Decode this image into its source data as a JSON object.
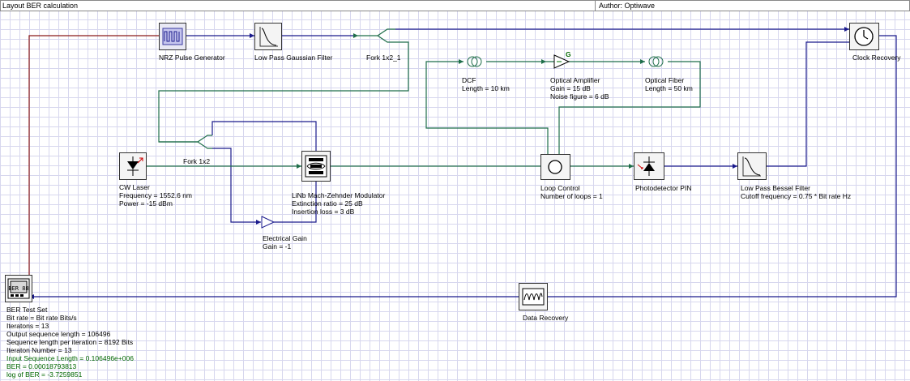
{
  "titlebar": {
    "layout": "Layout  BER calculation",
    "author": "Author: Optiwave"
  },
  "components": {
    "nrz": {
      "label": "NRZ Pulse Generator"
    },
    "lpg": {
      "label": "Low Pass Gaussian Filter"
    },
    "fork1": {
      "label": "Fork 1x2_1"
    },
    "clock": {
      "label": "Clock Recovery"
    },
    "dcf": {
      "label": "DCF",
      "param": "Length = 10  km"
    },
    "amp": {
      "label": "Optical Amplifier",
      "param1": "Gain = 15  dB",
      "param2": "Noise figure = 6  dB",
      "mark": "G"
    },
    "fiber": {
      "label": "Optical Fiber",
      "param": "Length = 50  km"
    },
    "fork2": {
      "label": "Fork 1x2"
    },
    "cw": {
      "label": "CW Laser",
      "param1": "Frequency = 1552.6  nm",
      "param2": "Power = -15  dBm"
    },
    "mzm": {
      "label": "LiNb Mach-Zehnder Modulator",
      "param1": "Extinction ratio = 25  dB",
      "param2": "Insertion loss = 3  dB"
    },
    "egain": {
      "label": "Electrical Gain",
      "param": "Gain = -1"
    },
    "loop": {
      "label": "Loop Control",
      "param": "Number of loops = 1"
    },
    "pin": {
      "label": "Photodetector PIN"
    },
    "bessel": {
      "label": "Low Pass Bessel Filter",
      "param": "Cutoff frequency = 0.75 * Bit rate  Hz"
    },
    "datarec": {
      "label": "Data Recovery"
    },
    "ber": {
      "screen": "BER 88",
      "label": "BER Test Set",
      "params": [
        "Bit rate = Bit rate  Bits/s",
        "Iteratons = 13",
        "Output sequence length = 106496",
        "Sequence length per iteration = 8192  Bits",
        "Iteraton Number = 13"
      ],
      "results": [
        "Input Sequence Length = 0.106496e+006",
        "BER = 0.00018793813",
        "log of BER = -3.7259851"
      ]
    }
  },
  "colors": {
    "electrical": "#1a1a8c",
    "optical": "#1f6e4a",
    "ber_link": "#8b1a1a",
    "grid": "#d7d7ee"
  }
}
